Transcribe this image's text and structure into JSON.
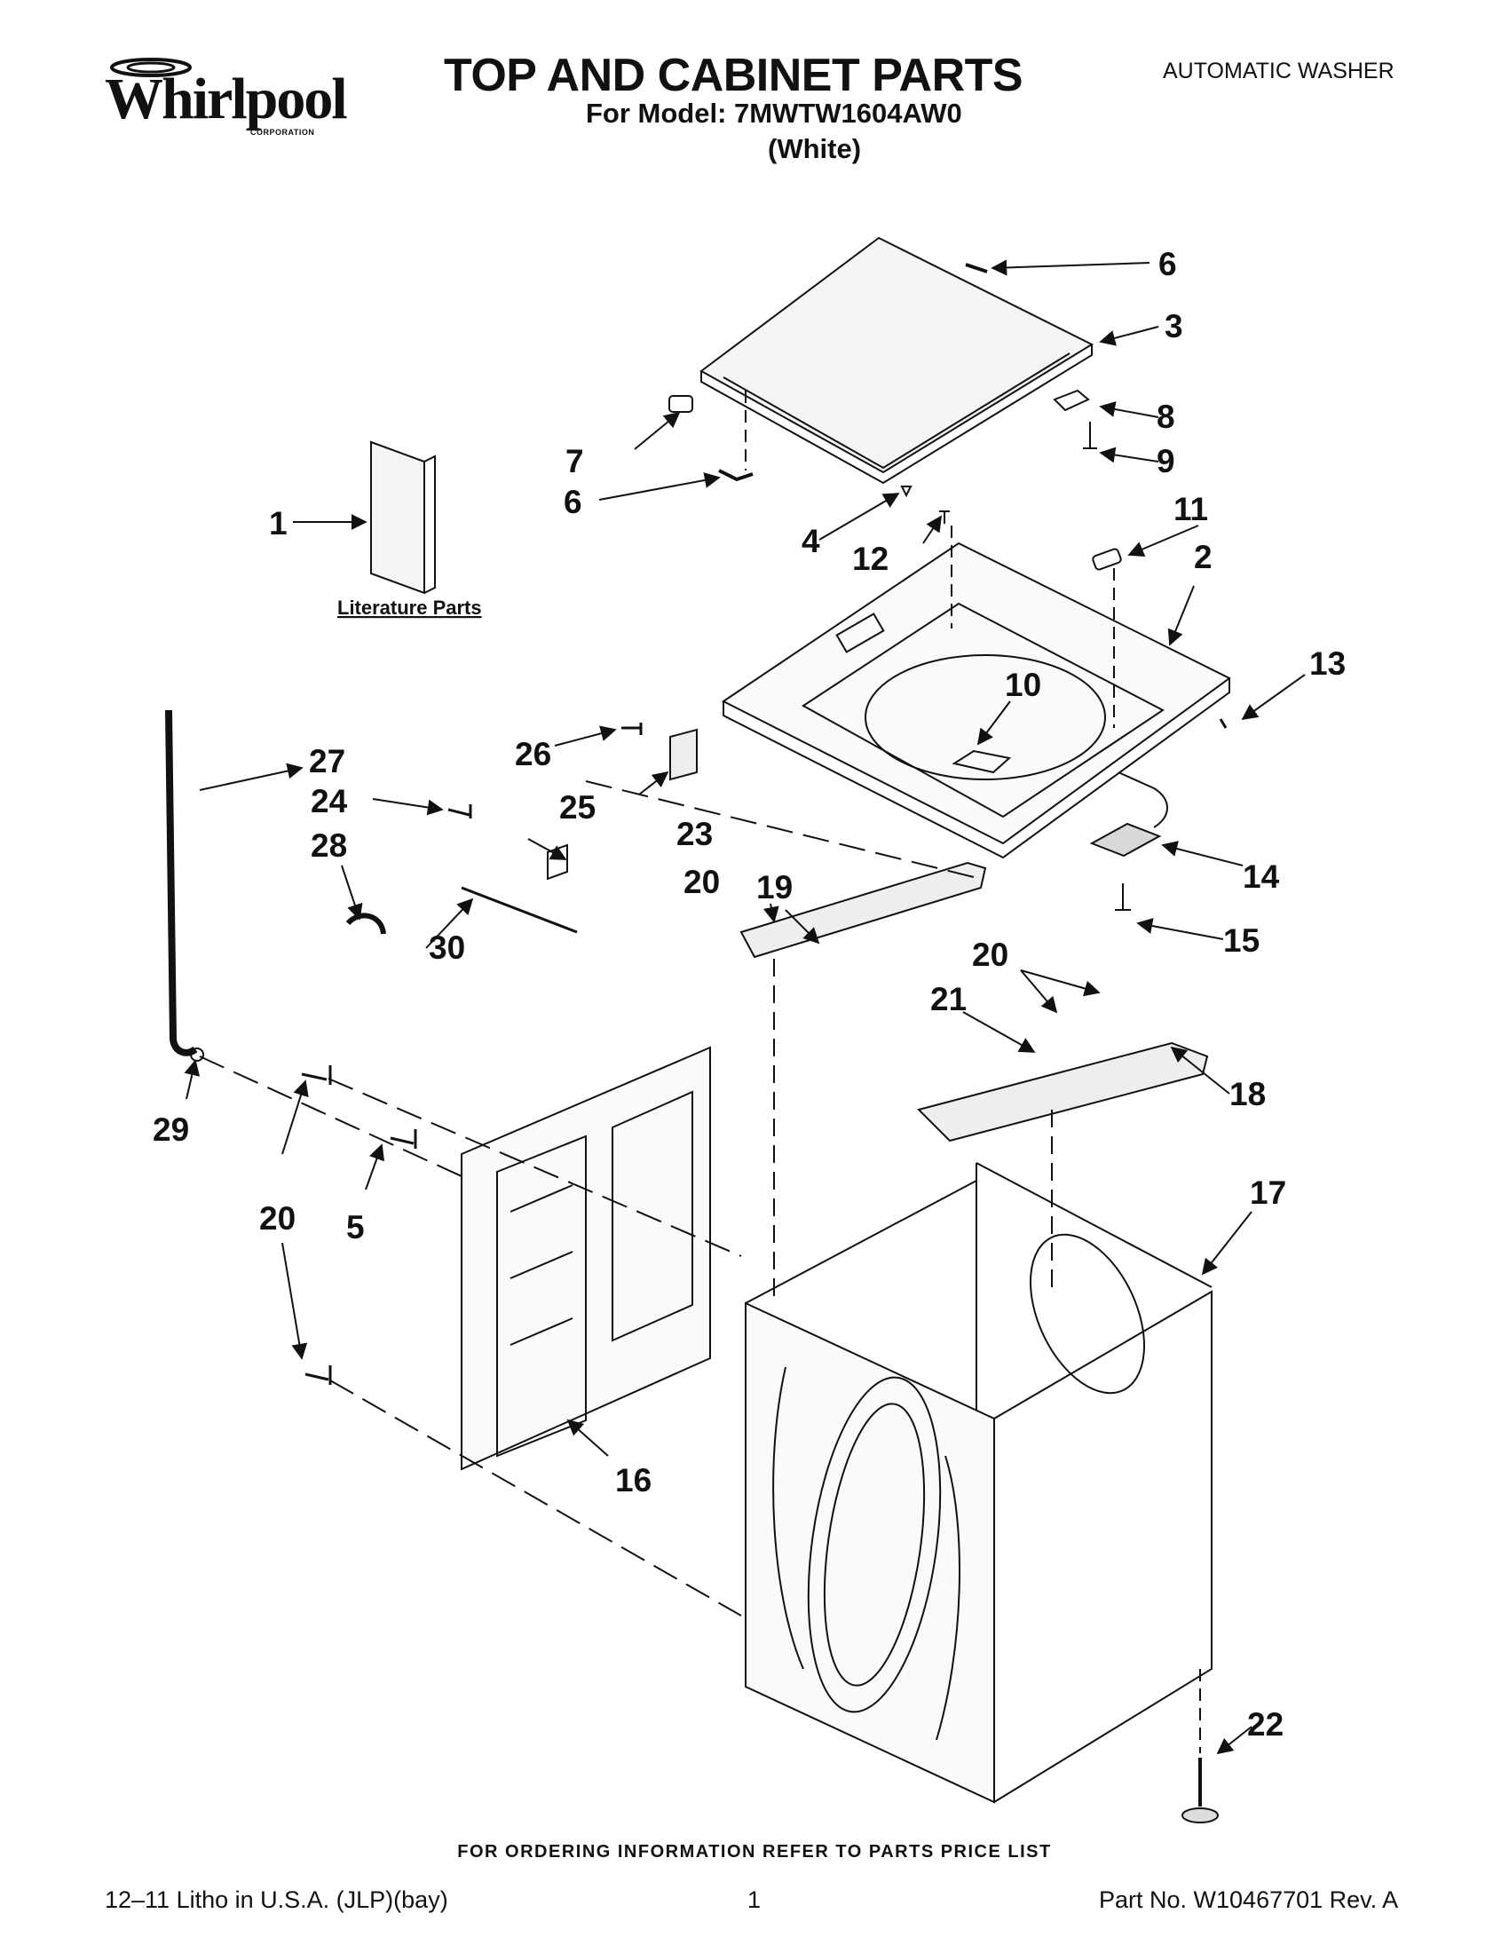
{
  "header": {
    "brand": "Whirlpool",
    "brand_sub": "CORPORATION",
    "title": "TOP AND CABINET PARTS",
    "model_line": "For Model: 7MWTW1604AW0",
    "color_line": "(White)",
    "appliance_type": "AUTOMATIC WASHER"
  },
  "diagram": {
    "caption": "Literature Parts",
    "callouts": [
      "1",
      "2",
      "3",
      "4",
      "5",
      "6",
      "6",
      "7",
      "8",
      "9",
      "10",
      "11",
      "12",
      "13",
      "14",
      "15",
      "16",
      "17",
      "18",
      "19",
      "20",
      "20",
      "20",
      "21",
      "22",
      "23",
      "24",
      "25",
      "26",
      "27",
      "28",
      "29",
      "30"
    ]
  },
  "footer": {
    "ordering_note": "FOR ORDERING INFORMATION REFER TO PARTS PRICE LIST",
    "print_info": "12–11 Litho in U.S.A. (JLP)(bay)",
    "page_number": "1",
    "part_number": "Part No. W10467701 Rev. A"
  }
}
